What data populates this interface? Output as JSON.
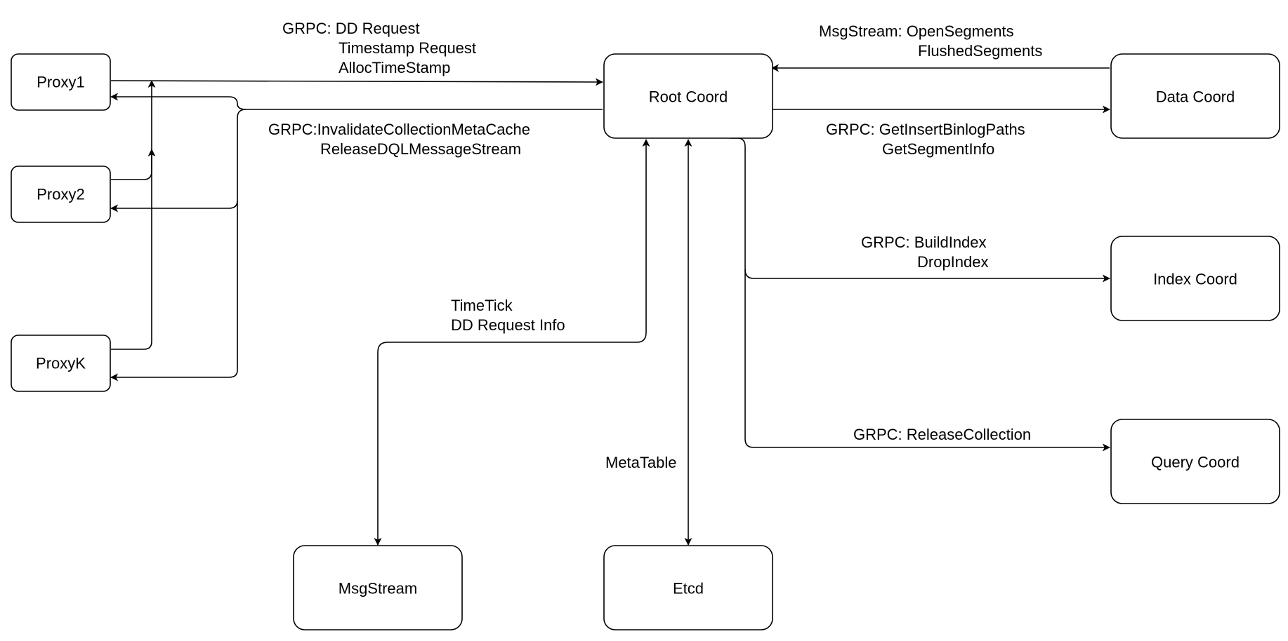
{
  "colors": {
    "line": "#000000",
    "node_fill": "#ffffff",
    "background": "#ffffff"
  },
  "nodes": {
    "proxy1": "Proxy1",
    "proxy2": "Proxy2",
    "proxyk": "ProxyK",
    "root_coord": "Root Coord",
    "data_coord": "Data Coord",
    "index_coord": "Index Coord",
    "query_coord": "Query Coord",
    "msgstream": "MsgStream",
    "etcd": "Etcd"
  },
  "edges": {
    "proxy_to_root": [
      "GRPC: DD Request",
      "Timestamp Request",
      "AllocTimeStamp"
    ],
    "root_to_proxy": [
      "GRPC:InvalidateCollectionMetaCache",
      "ReleaseDQLMessageStream"
    ],
    "data_to_root": [
      "MsgStream: OpenSegments",
      "FlushedSegments"
    ],
    "root_to_data": [
      "GRPC: GetInsertBinlogPaths",
      "GetSegmentInfo"
    ],
    "root_to_index": [
      "GRPC: BuildIndex",
      "DropIndex"
    ],
    "root_to_query": [
      "GRPC: ReleaseCollection"
    ],
    "root_msgstream": [
      "TimeTick",
      "DD Request Info"
    ],
    "root_etcd": [
      "MetaTable"
    ]
  }
}
